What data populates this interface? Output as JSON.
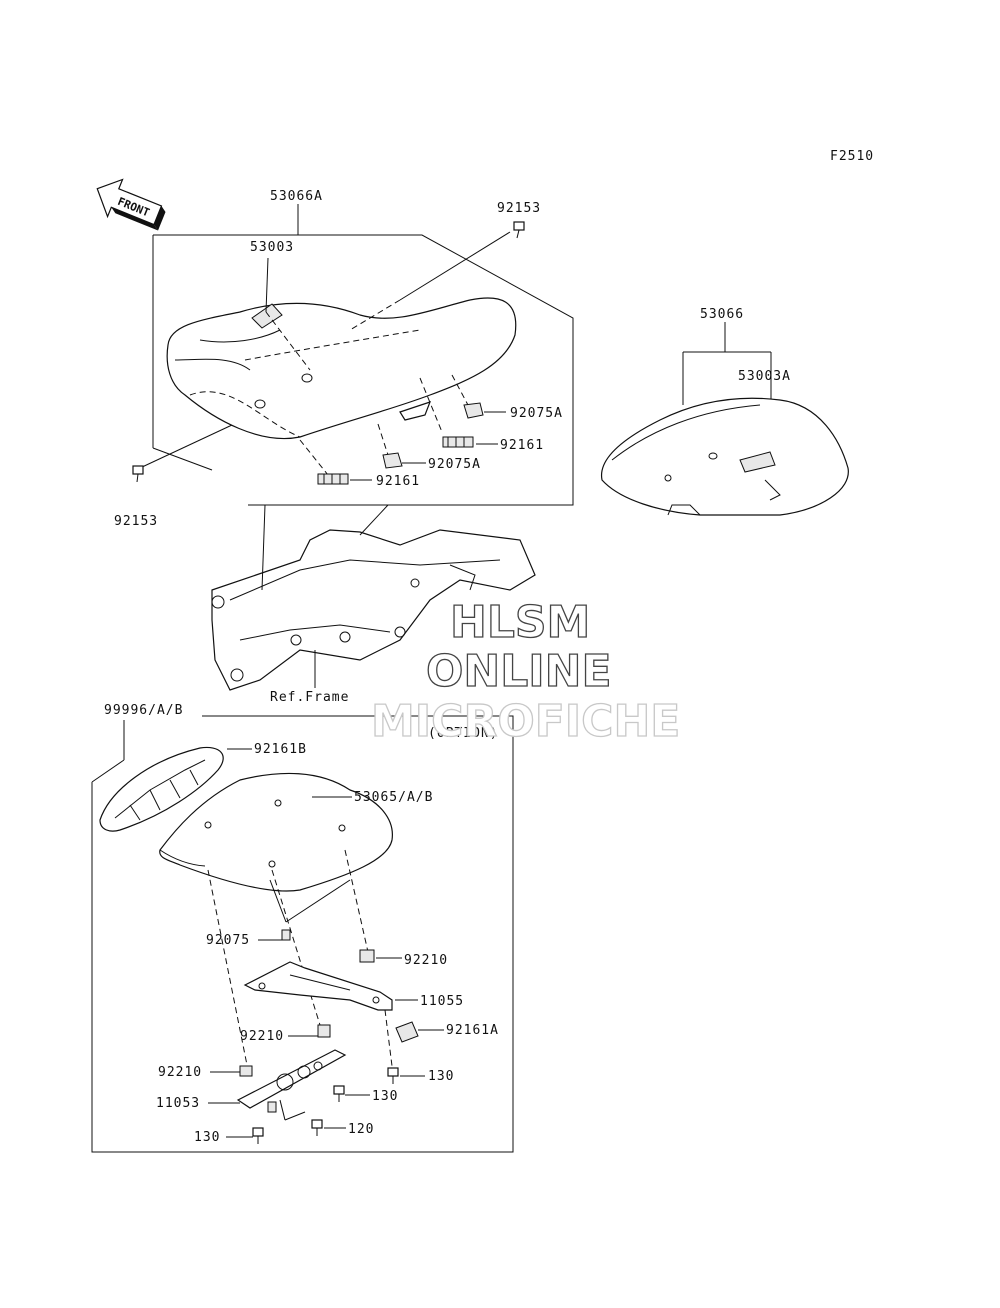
{
  "figure_code": "F2510",
  "front_arrow_label": "FRONT",
  "option_label": "(OPTION)",
  "ref_frame_label": "Ref.Frame",
  "watermark": [
    "HLSM",
    "ONLINE",
    "MICROFICHE"
  ],
  "parts": {
    "p53066A": "53066A",
    "p53003": "53003",
    "p92153_top": "92153",
    "p92153_left": "92153",
    "p92075A_1": "92075A",
    "p92075A_2": "92075A",
    "p92161_1": "92161",
    "p92161_2": "92161",
    "p53066": "53066",
    "p53003A": "53003A",
    "p99996": "99996/A/B",
    "p92161B": "92161B",
    "p53065": "53065/A/B",
    "p92075": "92075",
    "p92210_1": "92210",
    "p92210_2": "92210",
    "p92210_3": "92210",
    "p11055": "11055",
    "p92161A": "92161A",
    "p11053": "11053",
    "p130_1": "130",
    "p130_2": "130",
    "p130_3": "130",
    "p120": "120"
  }
}
